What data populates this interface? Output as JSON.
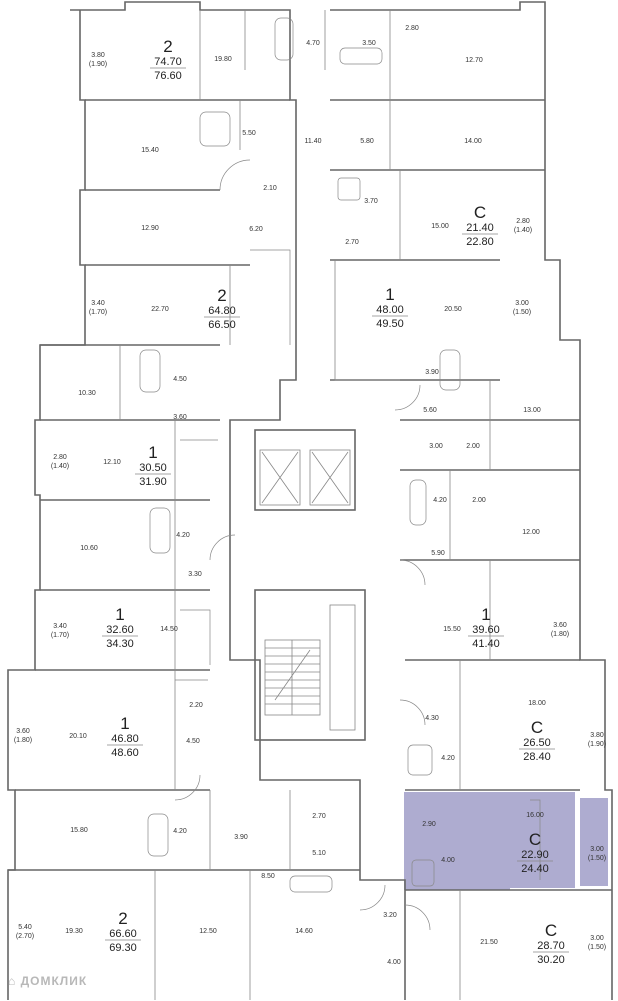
{
  "apartments": [
    {
      "id": "a1",
      "type": "2",
      "living": "74.70",
      "total": "76.60"
    },
    {
      "id": "a2",
      "type": "2",
      "living": "64.80",
      "total": "66.50"
    },
    {
      "id": "a3",
      "type": "1",
      "living": "30.50",
      "total": "31.90"
    },
    {
      "id": "a4",
      "type": "1",
      "living": "32.60",
      "total": "34.30"
    },
    {
      "id": "a5",
      "type": "1",
      "living": "46.80",
      "total": "48.60"
    },
    {
      "id": "a6",
      "type": "2",
      "living": "66.60",
      "total": "69.30"
    },
    {
      "id": "a7",
      "type": "C",
      "living": "21.40",
      "total": "22.80"
    },
    {
      "id": "a8",
      "type": "1",
      "living": "48.00",
      "total": "49.50"
    },
    {
      "id": "a9",
      "type": "1",
      "living": "39.60",
      "total": "41.40"
    },
    {
      "id": "a10",
      "type": "C",
      "living": "26.50",
      "total": "28.40"
    },
    {
      "id": "a11",
      "type": "C",
      "living": "22.90",
      "total": "24.40",
      "highlighted": true
    },
    {
      "id": "a12",
      "type": "C",
      "living": "28.70",
      "total": "30.20"
    }
  ],
  "room_areas": [
    {
      "id": "r1",
      "value": "3.80",
      "sub": "(1.90)"
    },
    {
      "id": "r2",
      "value": "19.80"
    },
    {
      "id": "r3",
      "value": "4.70"
    },
    {
      "id": "r4",
      "value": "3.50"
    },
    {
      "id": "r5",
      "value": "2.80"
    },
    {
      "id": "r6",
      "value": "12.70"
    },
    {
      "id": "r7",
      "value": "15.40"
    },
    {
      "id": "r8",
      "value": "5.50"
    },
    {
      "id": "r9",
      "value": "11.40"
    },
    {
      "id": "r10",
      "value": "5.80"
    },
    {
      "id": "r11",
      "value": "14.00"
    },
    {
      "id": "r12",
      "value": "2.10"
    },
    {
      "id": "r13",
      "value": "3.70"
    },
    {
      "id": "r14",
      "value": "15.00"
    },
    {
      "id": "r15",
      "value": "2.80",
      "sub": "(1.40)"
    },
    {
      "id": "r16",
      "value": "12.90"
    },
    {
      "id": "r17",
      "value": "6.20"
    },
    {
      "id": "r18",
      "value": "2.70"
    },
    {
      "id": "r19",
      "value": "3.40",
      "sub": "(1.70)"
    },
    {
      "id": "r20",
      "value": "22.70"
    },
    {
      "id": "r21",
      "value": "20.50"
    },
    {
      "id": "r22",
      "value": "3.00",
      "sub": "(1.50)"
    },
    {
      "id": "r23",
      "value": "10.30"
    },
    {
      "id": "r24",
      "value": "4.50"
    },
    {
      "id": "r25",
      "value": "3.90"
    },
    {
      "id": "r26",
      "value": "3.60"
    },
    {
      "id": "r27",
      "value": "5.60"
    },
    {
      "id": "r28",
      "value": "13.00"
    },
    {
      "id": "r29",
      "value": "2.80",
      "sub": "(1.40)"
    },
    {
      "id": "r30",
      "value": "12.10"
    },
    {
      "id": "r31",
      "value": "3.00"
    },
    {
      "id": "r32",
      "value": "2.00"
    },
    {
      "id": "r33",
      "value": "4.20"
    },
    {
      "id": "r34",
      "value": "2.00"
    },
    {
      "id": "r35",
      "value": "10.60"
    },
    {
      "id": "r36",
      "value": "4.20"
    },
    {
      "id": "r37",
      "value": "12.00"
    },
    {
      "id": "r38",
      "value": "5.90"
    },
    {
      "id": "r39",
      "value": "3.30"
    },
    {
      "id": "r40",
      "value": "3.40",
      "sub": "(1.70)"
    },
    {
      "id": "r41",
      "value": "14.50"
    },
    {
      "id": "r42",
      "value": "15.50"
    },
    {
      "id": "r43",
      "value": "3.60",
      "sub": "(1.80)"
    },
    {
      "id": "r44",
      "value": "18.00"
    },
    {
      "id": "r45",
      "value": "3.60",
      "sub": "(1.80)"
    },
    {
      "id": "r46",
      "value": "20.10"
    },
    {
      "id": "r47",
      "value": "2.20"
    },
    {
      "id": "r48",
      "value": "4.30"
    },
    {
      "id": "r49",
      "value": "4.50"
    },
    {
      "id": "r50",
      "value": "4.20"
    },
    {
      "id": "r51",
      "value": "3.80",
      "sub": "(1.90)"
    },
    {
      "id": "r52",
      "value": "16.00"
    },
    {
      "id": "r53",
      "value": "15.80"
    },
    {
      "id": "r54",
      "value": "4.20"
    },
    {
      "id": "r55",
      "value": "3.90"
    },
    {
      "id": "r56",
      "value": "2.70"
    },
    {
      "id": "r57",
      "value": "2.90"
    },
    {
      "id": "r58",
      "value": "5.10"
    },
    {
      "id": "r59",
      "value": "4.00"
    },
    {
      "id": "r60",
      "value": "3.00",
      "sub": "(1.50)"
    },
    {
      "id": "r61",
      "value": "8.50"
    },
    {
      "id": "r62",
      "value": "19.30"
    },
    {
      "id": "r63",
      "value": "12.50"
    },
    {
      "id": "r64",
      "value": "14.60"
    },
    {
      "id": "r65",
      "value": "3.20"
    },
    {
      "id": "r66",
      "value": "5.40",
      "sub": "(2.70)"
    },
    {
      "id": "r67",
      "value": "21.50"
    },
    {
      "id": "r68",
      "value": "3.00",
      "sub": "(1.50)"
    },
    {
      "id": "r69",
      "value": "4.00"
    }
  ],
  "colors": {
    "highlight": "#a09ec8",
    "wall": "#666666",
    "watermark": "#b8b8b8"
  },
  "watermark": {
    "text": "ДОМКЛИК",
    "icon": "home-logo-icon"
  }
}
